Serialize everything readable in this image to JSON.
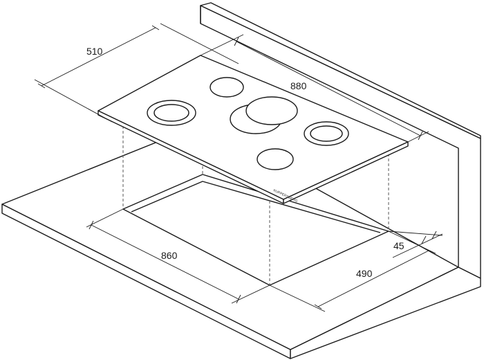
{
  "dimensions": {
    "depth_top": "510",
    "width_top": "880",
    "cutout_width": "860",
    "cutout_depth": "490",
    "edge_offset": "45"
  },
  "brand_text": "KUPPERSBERG",
  "colors": {
    "line": "#1a1a1a",
    "background": "#ffffff",
    "hidden_line": "#555555"
  }
}
